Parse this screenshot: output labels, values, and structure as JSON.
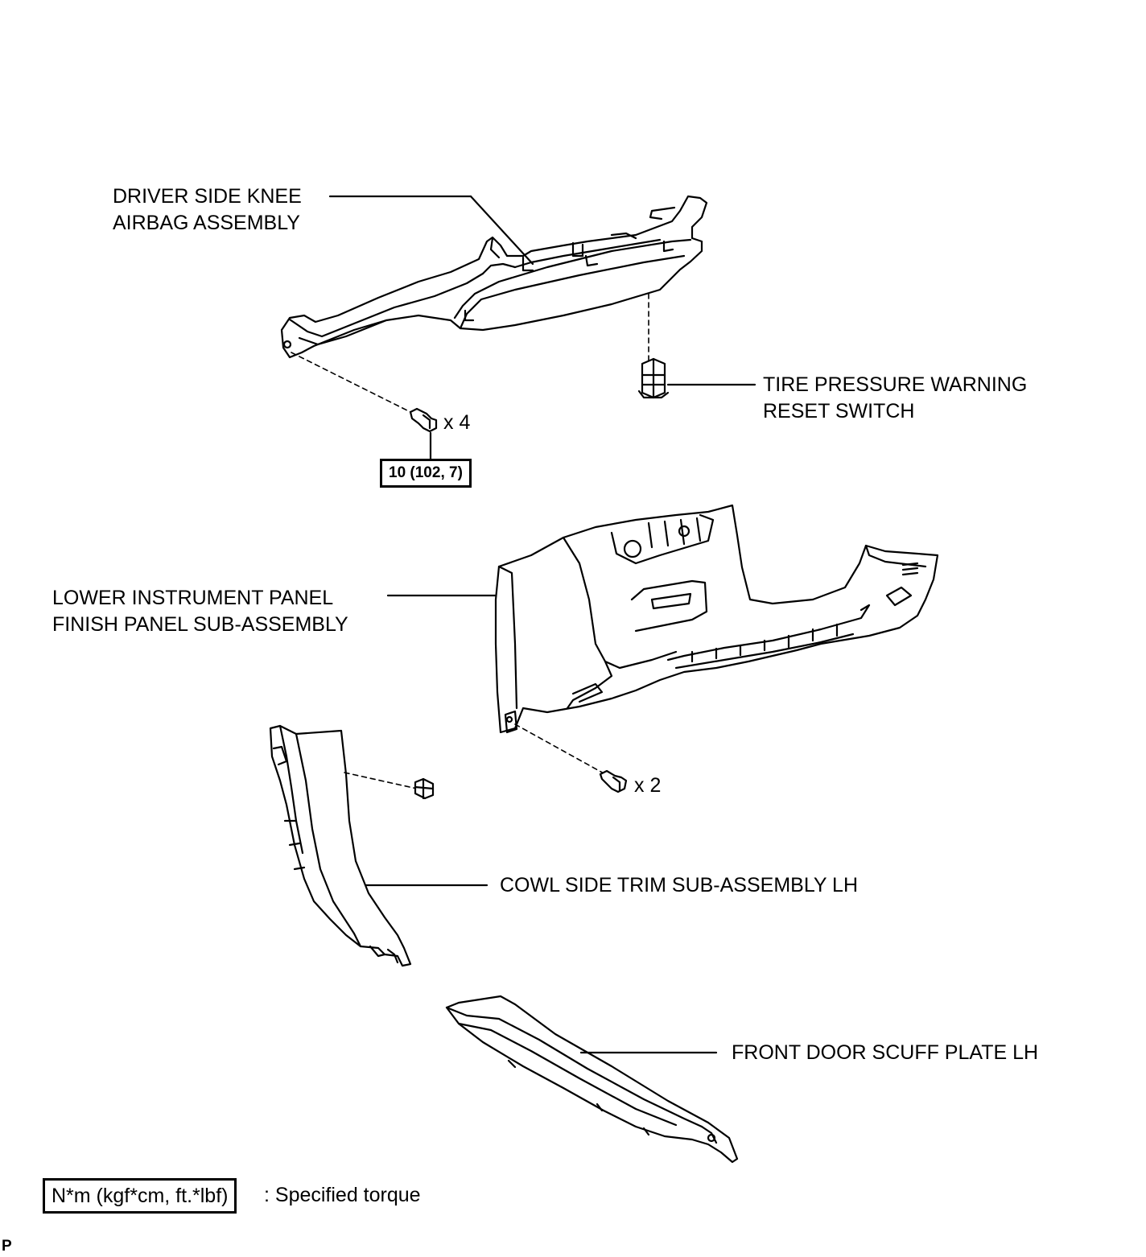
{
  "labels": {
    "knee_airbag": [
      "DRIVER SIDE KNEE",
      "AIRBAG ASSEMBLY"
    ],
    "tire_switch": [
      "TIRE PRESSURE WARNING",
      "RESET SWITCH"
    ],
    "lower_panel": [
      "LOWER INSTRUMENT PANEL",
      "FINISH PANEL SUB-ASSEMBLY"
    ],
    "cowl_trim": "COWL SIDE TRIM SUB-ASSEMBLY LH",
    "scuff_plate": "FRONT DOOR SCUFF PLATE LH"
  },
  "fasteners": {
    "airbag_bolt_qty": "x 4",
    "airbag_torque": "10 (102, 7)",
    "panel_bolt_qty": "x 2"
  },
  "legend": {
    "unit": "N*m (kgf*cm, ft.*lbf)",
    "description": ": Specified torque"
  },
  "corner_mark": "P"
}
